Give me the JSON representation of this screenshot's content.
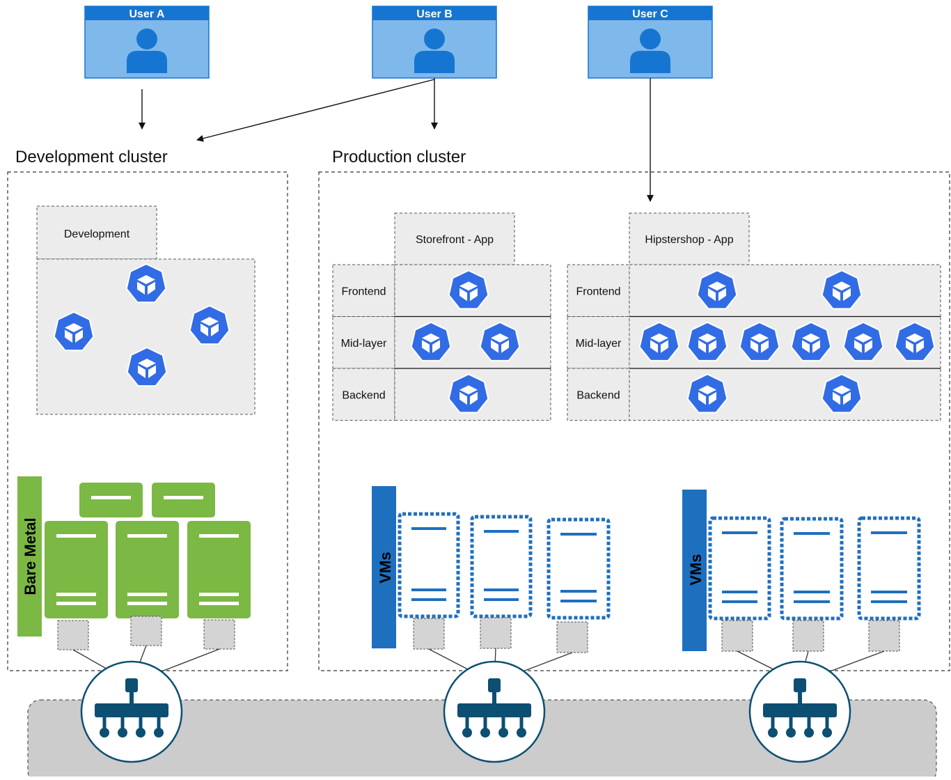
{
  "colors": {
    "user_header": "#1675d1",
    "user_body": "#7fb8ea",
    "user_icon": "#1675d1",
    "k8s_blue": "#326ce5",
    "bare_metal_green": "#7cb844",
    "vm_blue": "#1f6fbf",
    "network_dark": "#0c4f73",
    "panel_gray": "#ececec",
    "port_gray": "#d4d4d4",
    "bus_gray": "#cccccc"
  },
  "users": [
    {
      "label": "User A",
      "icon": "user-silhouette-icon"
    },
    {
      "label": "User B",
      "icon": "user-silhouette-icon"
    },
    {
      "label": "User C",
      "icon": "user-silhouette-icon"
    }
  ],
  "clusters": {
    "development": {
      "title": "Development cluster",
      "namespace": "Development",
      "pods": 4,
      "infrastructure": {
        "label": "Bare Metal",
        "servers": 5,
        "icon": "server-icon"
      }
    },
    "production": {
      "title": "Production cluster",
      "apps": [
        {
          "name": "Storefront - App",
          "tiers": [
            {
              "label": "Frontend",
              "pods": 1
            },
            {
              "label": "Mid-layer",
              "pods": 2
            },
            {
              "label": "Backend",
              "pods": 1
            }
          ],
          "infrastructure": {
            "label": "VMs",
            "vms": 3
          }
        },
        {
          "name": "Hipstershop - App",
          "tiers": [
            {
              "label": "Frontend",
              "pods": 2
            },
            {
              "label": "Mid-layer",
              "pods": 6
            },
            {
              "label": "Backend",
              "pods": 2
            }
          ],
          "infrastructure": {
            "label": "VMs",
            "vms": 3
          }
        }
      ]
    }
  },
  "network": {
    "switches": 3,
    "icon": "network-switch-icon"
  },
  "icons": {
    "pod": "kubernetes-pod-icon"
  }
}
